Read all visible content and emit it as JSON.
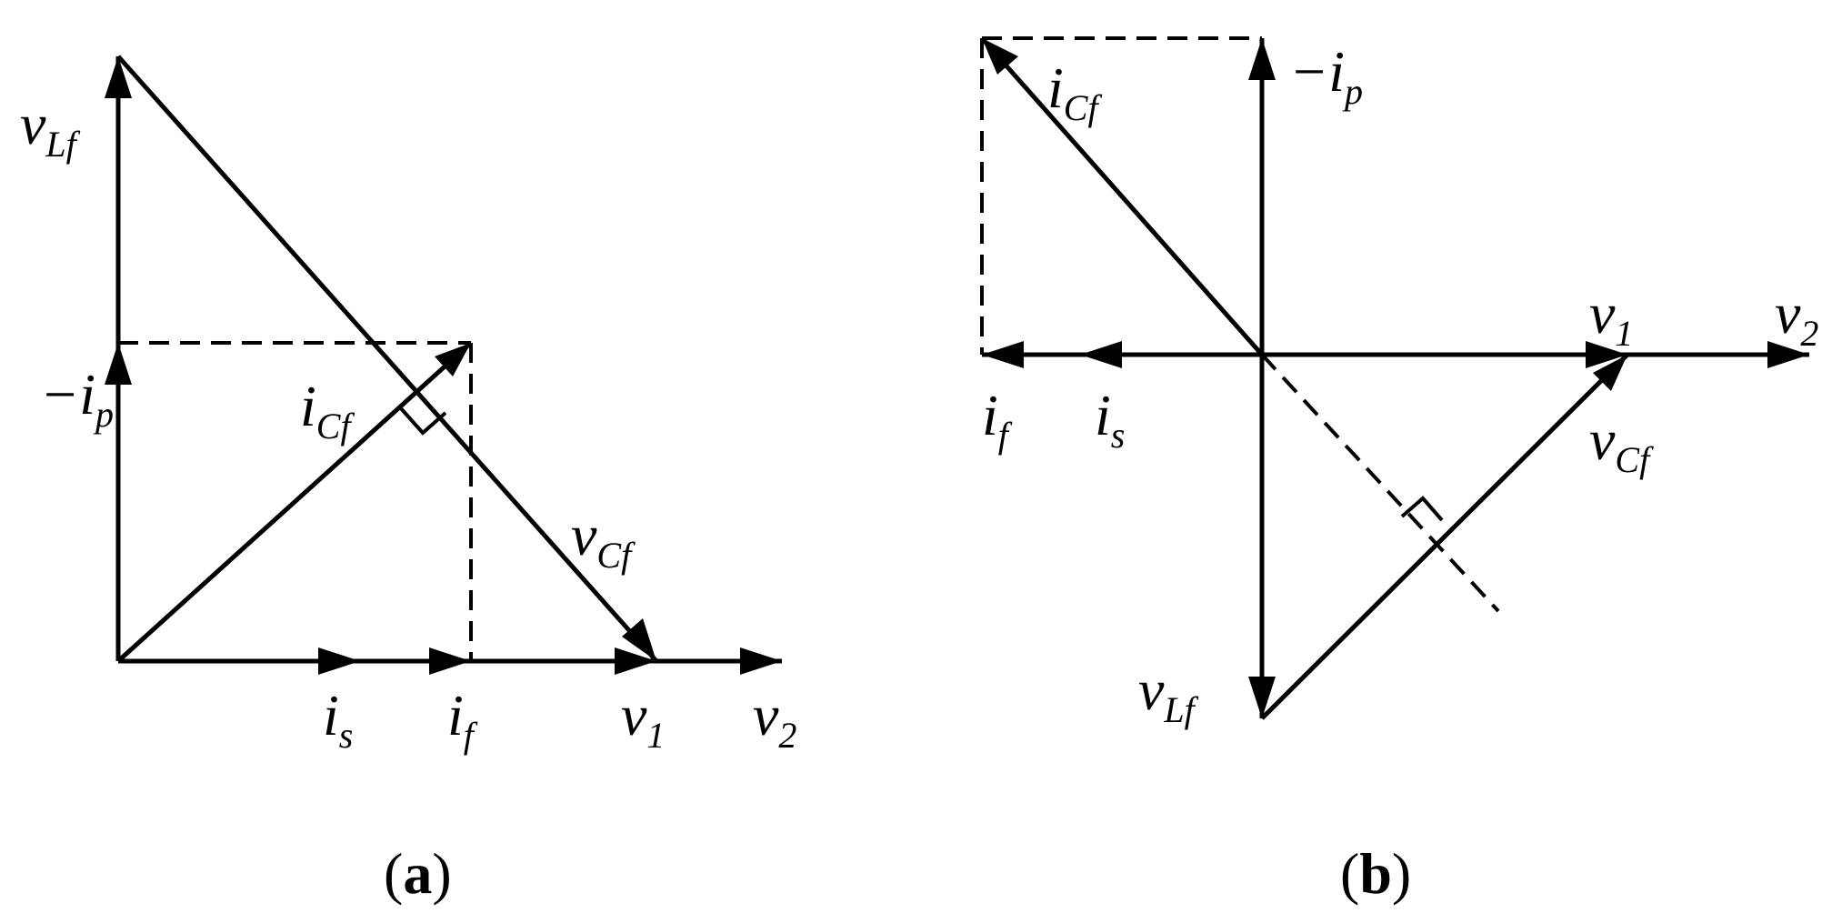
{
  "panel_a": {
    "labels": {
      "v_Lf": {
        "main": "v",
        "sub": "Lf"
      },
      "neg_ip": {
        "main": "−i",
        "sub": "p"
      },
      "i_Cf": {
        "main": "i",
        "sub": "Cf"
      },
      "v_Cf": {
        "main": "v",
        "sub": "Cf"
      },
      "i_s": {
        "main": "i",
        "sub": "s"
      },
      "i_f": {
        "main": "i",
        "sub": "f"
      },
      "v_1": {
        "main": "v",
        "sub": "1"
      },
      "v_2": {
        "main": "v",
        "sub": "2"
      }
    },
    "caption": {
      "open": "(",
      "letter": "a",
      "close": ")"
    }
  },
  "panel_b": {
    "labels": {
      "i_Cf": {
        "main": "i",
        "sub": "Cf"
      },
      "neg_ip": {
        "main": "−i",
        "sub": "p"
      },
      "v_1": {
        "main": "v",
        "sub": "1"
      },
      "v_2": {
        "main": "v",
        "sub": "2"
      },
      "i_f": {
        "main": "i",
        "sub": "f"
      },
      "i_s": {
        "main": "i",
        "sub": "s"
      },
      "v_Cf": {
        "main": "v",
        "sub": "Cf"
      },
      "v_Lf": {
        "main": "v",
        "sub": "Lf"
      }
    },
    "caption": {
      "open": "(",
      "letter": "b",
      "close": ")"
    }
  }
}
